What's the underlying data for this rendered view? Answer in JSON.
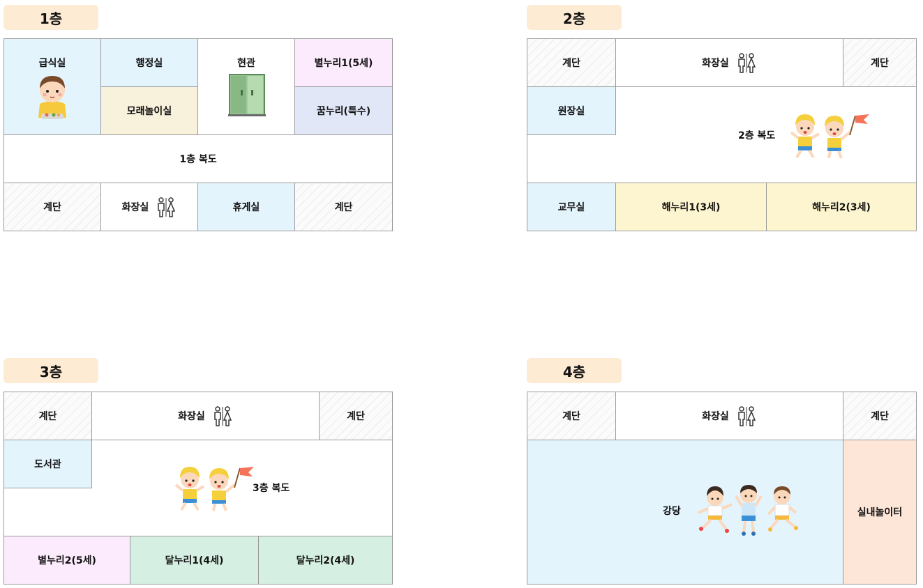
{
  "floor1": {
    "tag": "1층",
    "rooms": {
      "cafeteria": "급식실",
      "admin": "행정실",
      "entrance": "현관",
      "star1": "별누리1(5세)",
      "sand": "모래놀이실",
      "dream": "꿈누리(특수)",
      "corridor": "1층 복도",
      "stairs_left": "계단",
      "restroom": "화장실",
      "lounge": "휴게실",
      "stairs_right": "계단"
    }
  },
  "floor2": {
    "tag": "2층",
    "rooms": {
      "stairs_left": "계단",
      "restroom": "화장실",
      "stairs_right": "계단",
      "director": "원장실",
      "corridor": "2층 복도",
      "staff": "교무실",
      "sun1": "해누리1(3세)",
      "sun2": "해누리2(3세)"
    }
  },
  "floor3": {
    "tag": "3층",
    "rooms": {
      "stairs_left": "계단",
      "restroom": "화장실",
      "stairs_right": "계단",
      "library": "도서관",
      "corridor": "3층 복도",
      "star2": "별누리2(5세)",
      "moon1": "달누리1(4세)",
      "moon2": "달누리2(4세)"
    }
  },
  "floor4": {
    "tag": "4층",
    "rooms": {
      "stairs_left": "계단",
      "restroom": "화장실",
      "stairs_right": "계단",
      "auditorium": "강당",
      "playground": "실내놀이터"
    }
  },
  "colors": {
    "tag_bg": "#fdebd4",
    "blue": "#e4f4fd",
    "cream": "#f8f1db",
    "pink": "#fcebfc",
    "lavender": "#e2e7f8",
    "yellow": "#fdf5cf",
    "mint": "#d6efe3",
    "peach": "#fde5d8",
    "border": "#9a9a9a"
  },
  "icons": [
    "restroom-icon",
    "door-icon",
    "child-eating-illustration",
    "children-with-flag-illustration",
    "children-playing-illustration"
  ]
}
